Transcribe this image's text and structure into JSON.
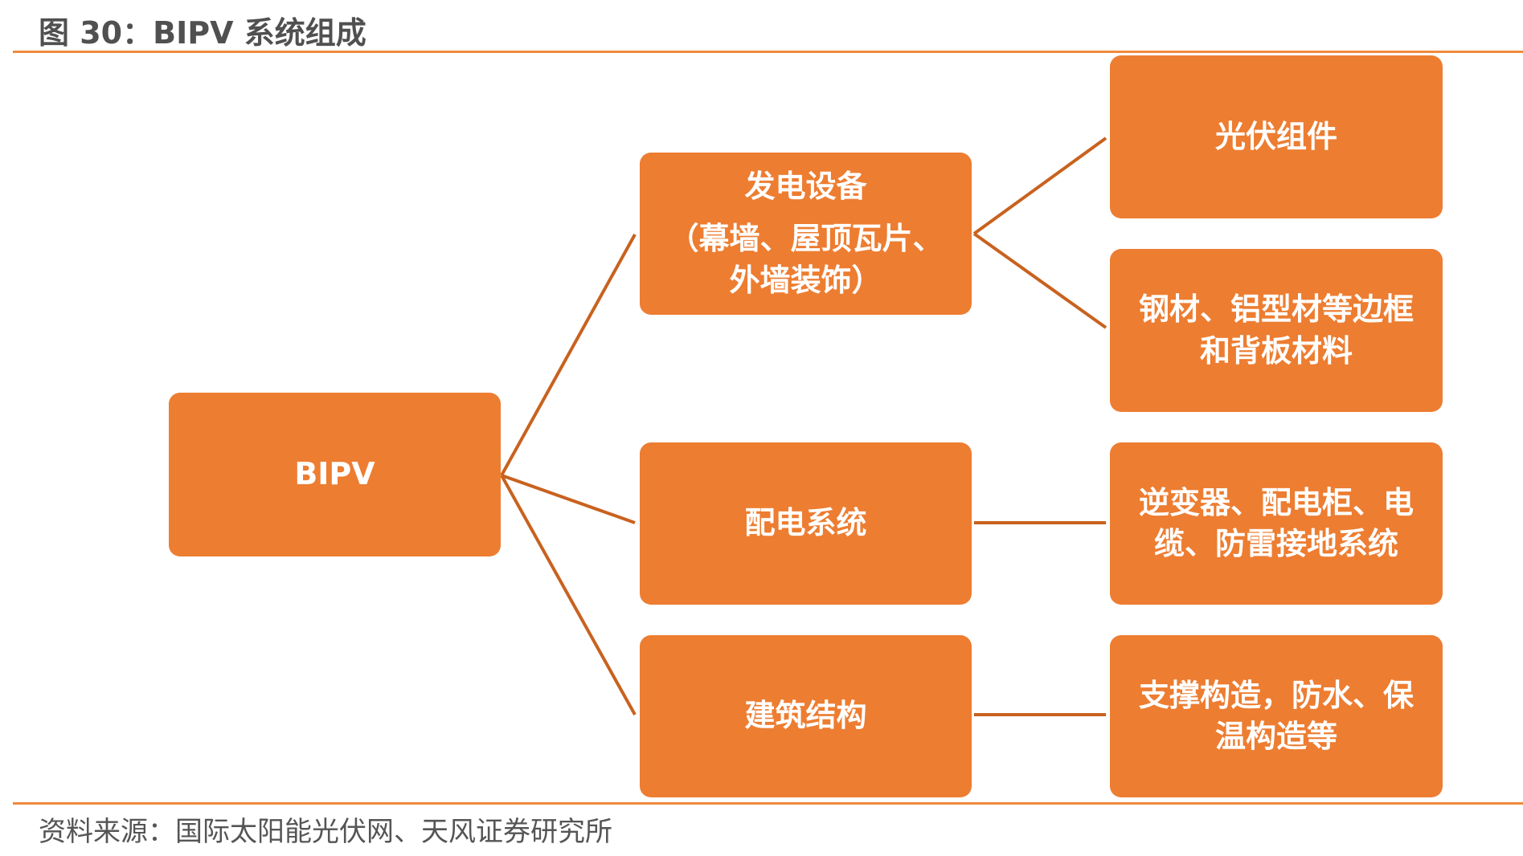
{
  "title": "图 30：BIPV 系统组成",
  "root": "BIPV",
  "level1": [
    {
      "line1": "发电设备",
      "line2": "（幕墙、屋顶瓦片、",
      "line3": "外墙装饰）"
    },
    {
      "line1": "配电系统"
    },
    {
      "line1": "建筑结构"
    }
  ],
  "level2": [
    {
      "line1": "光伏组件"
    },
    {
      "line1": "钢材、铝型材等边框",
      "line2": "和背板材料"
    },
    {
      "line1": "逆变器、配电柜、电",
      "line2": "缆、防雷接地系统"
    },
    {
      "line1": "支撑构造，防水、保",
      "line2": "温构造等"
    }
  ],
  "source": "资料来源：国际太阳能光伏网、天风证券研究所",
  "colors": {
    "box": "#ed7d31",
    "connector": "#c8621f",
    "rule": "#f08a3c"
  }
}
